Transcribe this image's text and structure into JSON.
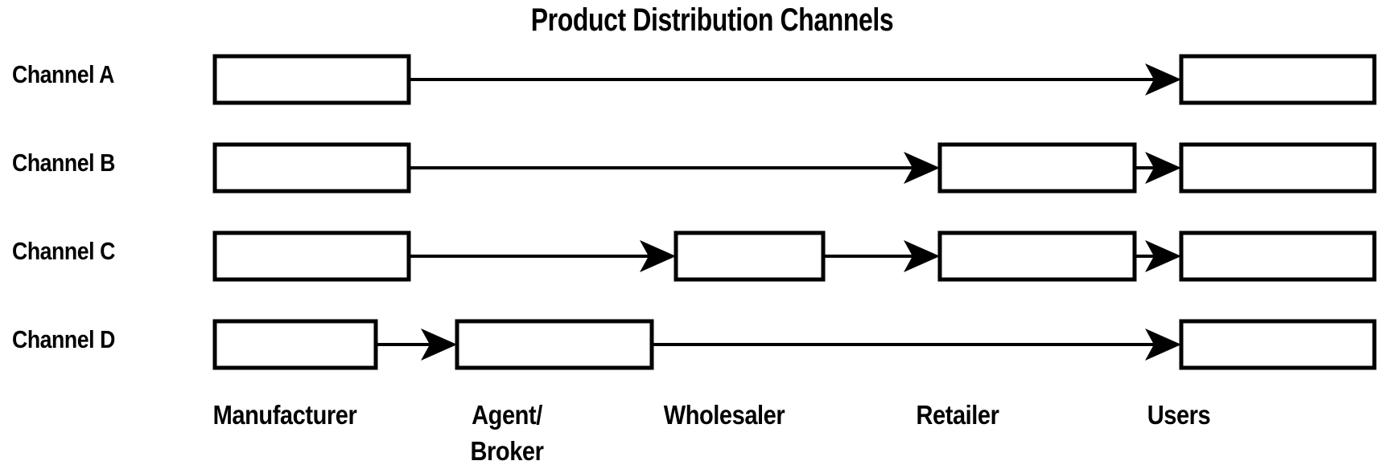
{
  "title": "Product Distribution Channels",
  "colors": {
    "background": "#ffffff",
    "stroke": "#000000",
    "text": "#000000",
    "box_fill": "#ffffff"
  },
  "row_labels": [
    {
      "id": "channel-a",
      "label": "Channel A"
    },
    {
      "id": "channel-b",
      "label": "Channel B"
    },
    {
      "id": "channel-c",
      "label": "Channel C"
    },
    {
      "id": "channel-d",
      "label": "Channel D"
    }
  ],
  "column_labels": [
    {
      "id": "manufacturer",
      "line1": "Manufacturer",
      "line2": ""
    },
    {
      "id": "agent-broker",
      "line1": "Agent/",
      "line2": "Broker"
    },
    {
      "id": "wholesaler",
      "line1": "Wholesaler",
      "line2": ""
    },
    {
      "id": "retailer",
      "line1": "Retailer",
      "line2": ""
    },
    {
      "id": "users",
      "line1": "Users",
      "line2": ""
    }
  ],
  "chart_data": {
    "type": "diagram",
    "diagram_kind": "flow",
    "title": "Product Distribution Channels",
    "stages": [
      "Manufacturer",
      "Agent/Broker",
      "Wholesaler",
      "Retailer",
      "Users"
    ],
    "channels": [
      {
        "name": "Channel A",
        "path": [
          "Manufacturer",
          "Users"
        ],
        "node_count": 2,
        "arrow_count": 1
      },
      {
        "name": "Channel B",
        "path": [
          "Manufacturer",
          "Retailer",
          "Users"
        ],
        "node_count": 3,
        "arrow_count": 2
      },
      {
        "name": "Channel C",
        "path": [
          "Manufacturer",
          "Wholesaler",
          "Retailer",
          "Users"
        ],
        "node_count": 4,
        "arrow_count": 3
      },
      {
        "name": "Channel D",
        "path": [
          "Manufacturer",
          "Agent/Broker",
          "Users"
        ],
        "node_count": 3,
        "arrow_count": 2
      }
    ],
    "notes": "All nodes are empty rectangles; identity is given by the column label beneath each column."
  }
}
